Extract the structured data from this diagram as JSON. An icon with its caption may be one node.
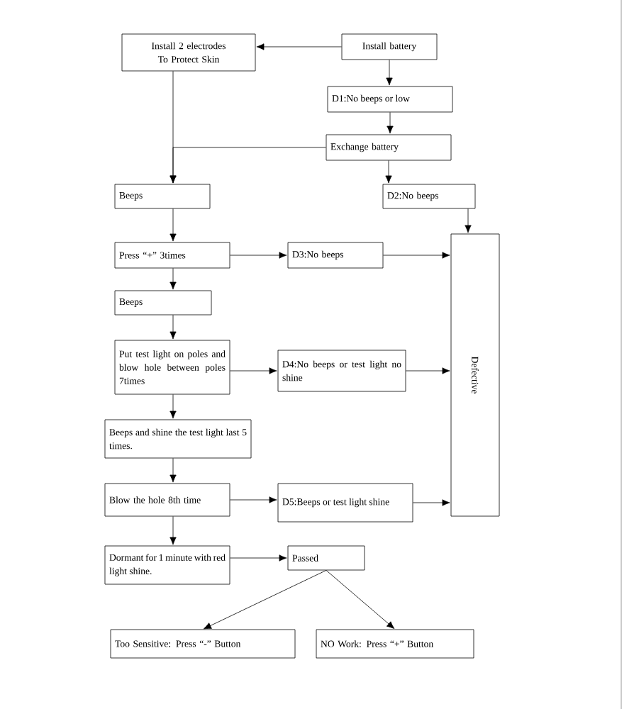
{
  "diagram": {
    "nodes": [
      {
        "text": [
          "Install 2 electrodes To Protect Skin"
        ]
      },
      {
        "text": [
          "Install battery"
        ]
      },
      {
        "text": [
          "D1:No beeps or low"
        ]
      },
      {
        "text": [
          "Exchange battery"
        ]
      },
      {
        "text": [
          "Beeps"
        ]
      },
      {
        "text": [
          "D2:No beeps"
        ]
      },
      {
        "text": [
          "Press “+” 3times"
        ]
      },
      {
        "text": [
          "D3:No beeps"
        ]
      },
      {
        "text": [
          "Beeps"
        ]
      },
      {
        "text": [
          "Put test light on poles and blow hole between poles 7times"
        ]
      },
      {
        "text": [
          "D4:No beeps or test light no shine"
        ]
      },
      {
        "text": [
          "Defective"
        ]
      },
      {
        "text": [
          "Beeps and shine the test light last 5 times."
        ]
      },
      {
        "text": [
          "Blow the hole 8th time"
        ]
      },
      {
        "text": [
          "D5:Beeps or test light shine"
        ]
      },
      {
        "text": [
          "Dormant for 1 minute with red light shine."
        ]
      },
      {
        "text": [
          "Passed"
        ]
      },
      {
        "text": [
          "Too Sensitive: Press “-” Button"
        ]
      },
      {
        "text": [
          "NO Work: Press “+” Button"
        ]
      }
    ],
    "edges": [
      {
        "from": 1,
        "to": 0,
        "arrow": "to"
      },
      {
        "from": 1,
        "to": 2,
        "arrow": "to"
      },
      {
        "from": 2,
        "to": 3,
        "arrow": "to"
      },
      {
        "from": 3,
        "to": 5,
        "arrow": "to"
      },
      {
        "from": 3,
        "to": 4,
        "arrow": "to"
      },
      {
        "from": 0,
        "to": 4,
        "arrow": "to"
      },
      {
        "from": 4,
        "to": 6,
        "arrow": "to"
      },
      {
        "from": 6,
        "to": 7,
        "arrow": "to"
      },
      {
        "from": 6,
        "to": 8,
        "arrow": "to"
      },
      {
        "from": 8,
        "to": 9,
        "arrow": "to"
      },
      {
        "from": 9,
        "to": 10,
        "arrow": "to"
      },
      {
        "from": 9,
        "to": 12,
        "arrow": "to"
      },
      {
        "from": 12,
        "to": 13,
        "arrow": "to"
      },
      {
        "from": 13,
        "to": 14,
        "arrow": "to"
      },
      {
        "from": 13,
        "to": 15,
        "arrow": "to"
      },
      {
        "from": 15,
        "to": 16,
        "arrow": "to"
      },
      {
        "from": 16,
        "to": 17,
        "arrow": "to"
      },
      {
        "from": 16,
        "to": 18,
        "arrow": "to"
      },
      {
        "from": 5,
        "to": 11,
        "arrow": "to"
      },
      {
        "from": 7,
        "to": 11,
        "arrow": "to"
      },
      {
        "from": 10,
        "to": 11,
        "arrow": "to"
      },
      {
        "from": 14,
        "to": 11,
        "arrow": "to"
      }
    ]
  }
}
